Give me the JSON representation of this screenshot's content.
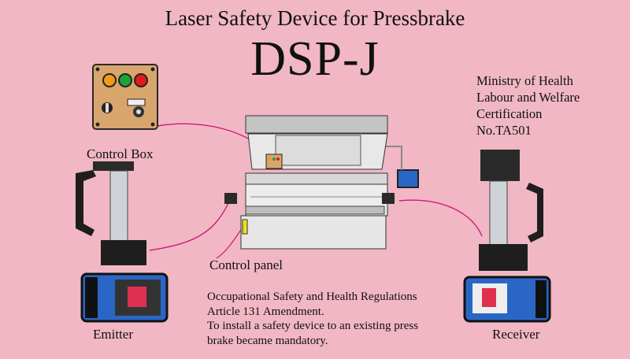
{
  "title": "Laser Safety Device for Pressbrake",
  "model": "DSP-J",
  "certification": [
    "Ministry of Health",
    "Labour and Welfare",
    "Certification",
    "No.TA501"
  ],
  "labels": {
    "control_box": "Control Box",
    "control_panel": "Control panel",
    "emitter": "Emitter",
    "receiver": "Receiver"
  },
  "notes": [
    "Occupational Safety and Health Regulations",
    "Article 131 Amendment.",
    "To install a safety device to an existing press",
    "brake became mandatory."
  ],
  "device_brand": "DSP-J",
  "colors": {
    "background": "#f1b7c4",
    "cable": "#d0187a",
    "lamp_green": "#1aa43a",
    "lamp_red": "#e01a1a",
    "lamp_amber": "#f39a17",
    "unit_blue": "#2a66c6"
  }
}
